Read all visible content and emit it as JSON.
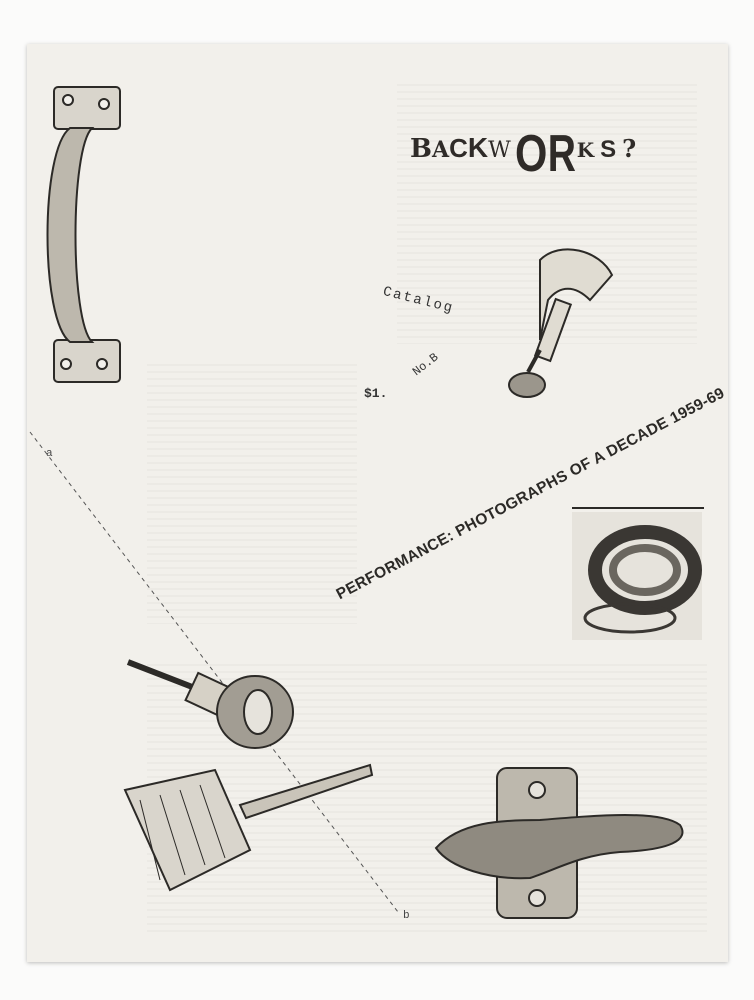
{
  "cover": {
    "title_letters": [
      "B",
      "A",
      "C",
      "K",
      "W",
      "O",
      "R",
      "K",
      "S",
      "?"
    ],
    "catalog_label": "Catalog",
    "number_label": "No.B",
    "price": "$1.",
    "subtitle": "PERFORMANCE: PHOTOGRAPHS OF A DECADE 1959-69",
    "fold_mark_a": "a",
    "fold_mark_b": "b"
  },
  "colors": {
    "paper": "#f2f0eb",
    "ink": "#2f2b28"
  }
}
